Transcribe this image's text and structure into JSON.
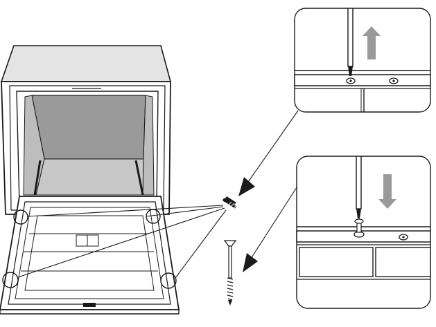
{
  "figure": {
    "kind": "installation-diagram",
    "labels": [],
    "callouts": [
      {
        "id": "top",
        "arrow": "up",
        "action": "remove-screw"
      },
      {
        "id": "bottom",
        "arrow": "down",
        "action": "insert-screw"
      }
    ],
    "fasteners": [
      "short-wood-screw",
      "long-wood-screw"
    ],
    "colors": {
      "line": "#1a1a1a",
      "cavity": "#9a9a9a",
      "cabinet": "#e4e4e4",
      "arrow": "#9a9a9a",
      "background": "#ffffff"
    }
  }
}
